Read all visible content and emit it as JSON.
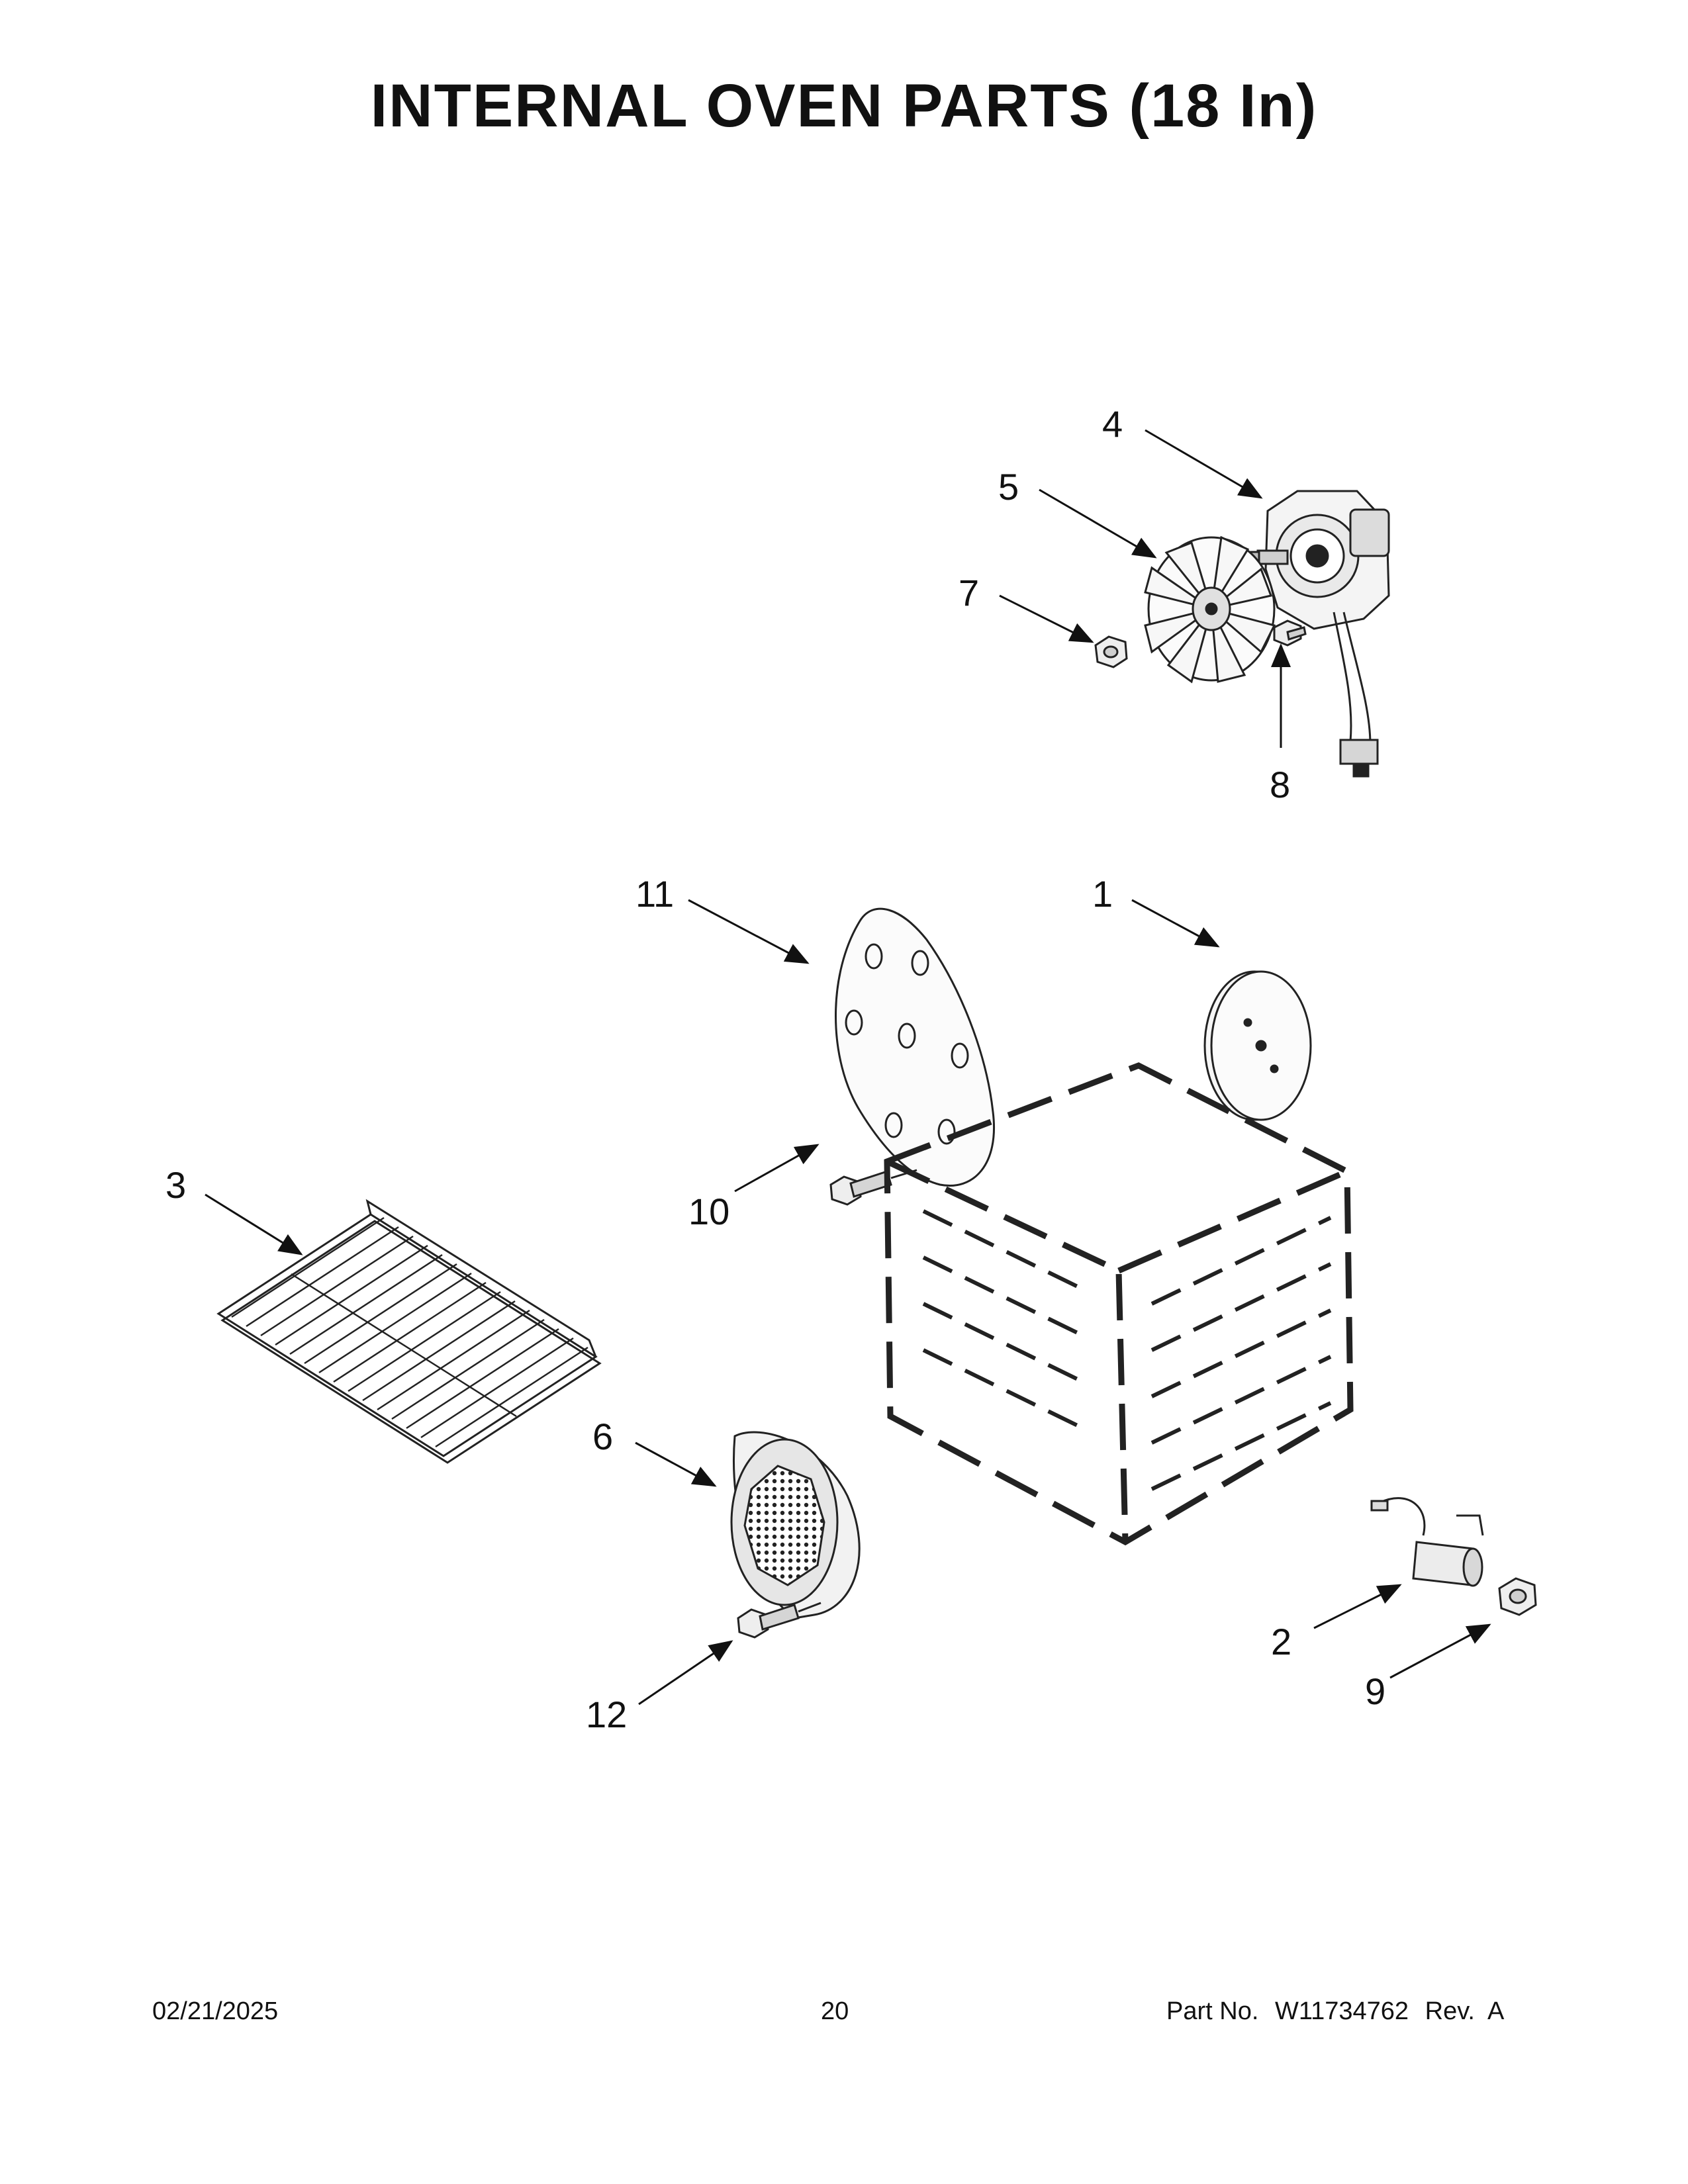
{
  "title": "INTERNAL OVEN PARTS (18 In)",
  "callouts": {
    "c1": "1",
    "c2": "2",
    "c3": "3",
    "c4": "4",
    "c5": "5",
    "c6": "6",
    "c7": "7",
    "c8": "8",
    "c9": "9",
    "c10": "10",
    "c11": "11",
    "c12": "12"
  },
  "footer": {
    "date": "02/21/2025",
    "page": "20",
    "part_label": "Part No.",
    "part_number": "W11734762",
    "revision": "Rev.  A"
  }
}
